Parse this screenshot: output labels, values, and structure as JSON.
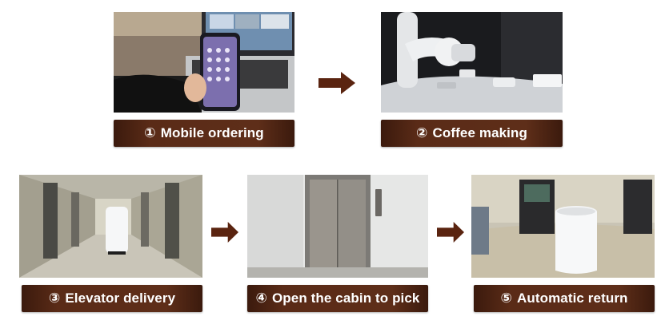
{
  "steps": [
    {
      "id": "mobile",
      "number": "①",
      "label": "Mobile ordering",
      "image": "phone-ordering-photo"
    },
    {
      "id": "coffee",
      "number": "②",
      "label": "Coffee making",
      "image": "robot-arm-coffee-photo"
    },
    {
      "id": "elevator",
      "number": "③",
      "label": "Elevator delivery",
      "image": "corridor-robot-photo"
    },
    {
      "id": "cabin",
      "number": "④",
      "label": "Open the cabin to pick",
      "image": "elevator-doors-photo"
    },
    {
      "id": "return",
      "number": "⑤",
      "label": "Automatic return",
      "image": "return-robot-photo"
    }
  ],
  "colors": {
    "label_bg": "#5a2b17",
    "arrow": "#5a2410",
    "label_text": "#ffffff"
  },
  "arrow_icon": "right-arrow-icon"
}
